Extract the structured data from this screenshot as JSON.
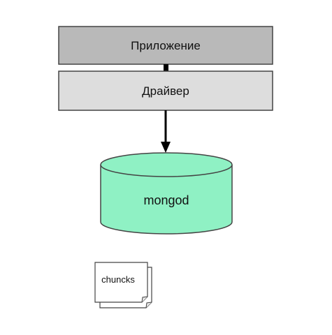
{
  "diagram": {
    "app_label": "Приложение",
    "driver_label": "Драйвер",
    "db_label": "mongod",
    "doc_label": "chuncks"
  },
  "colors": {
    "app_fill": "#b9b9b9",
    "driver_fill": "#dddddd",
    "db_fill": "#8ff1c4",
    "stroke": "#444444",
    "arrow": "#000000"
  }
}
